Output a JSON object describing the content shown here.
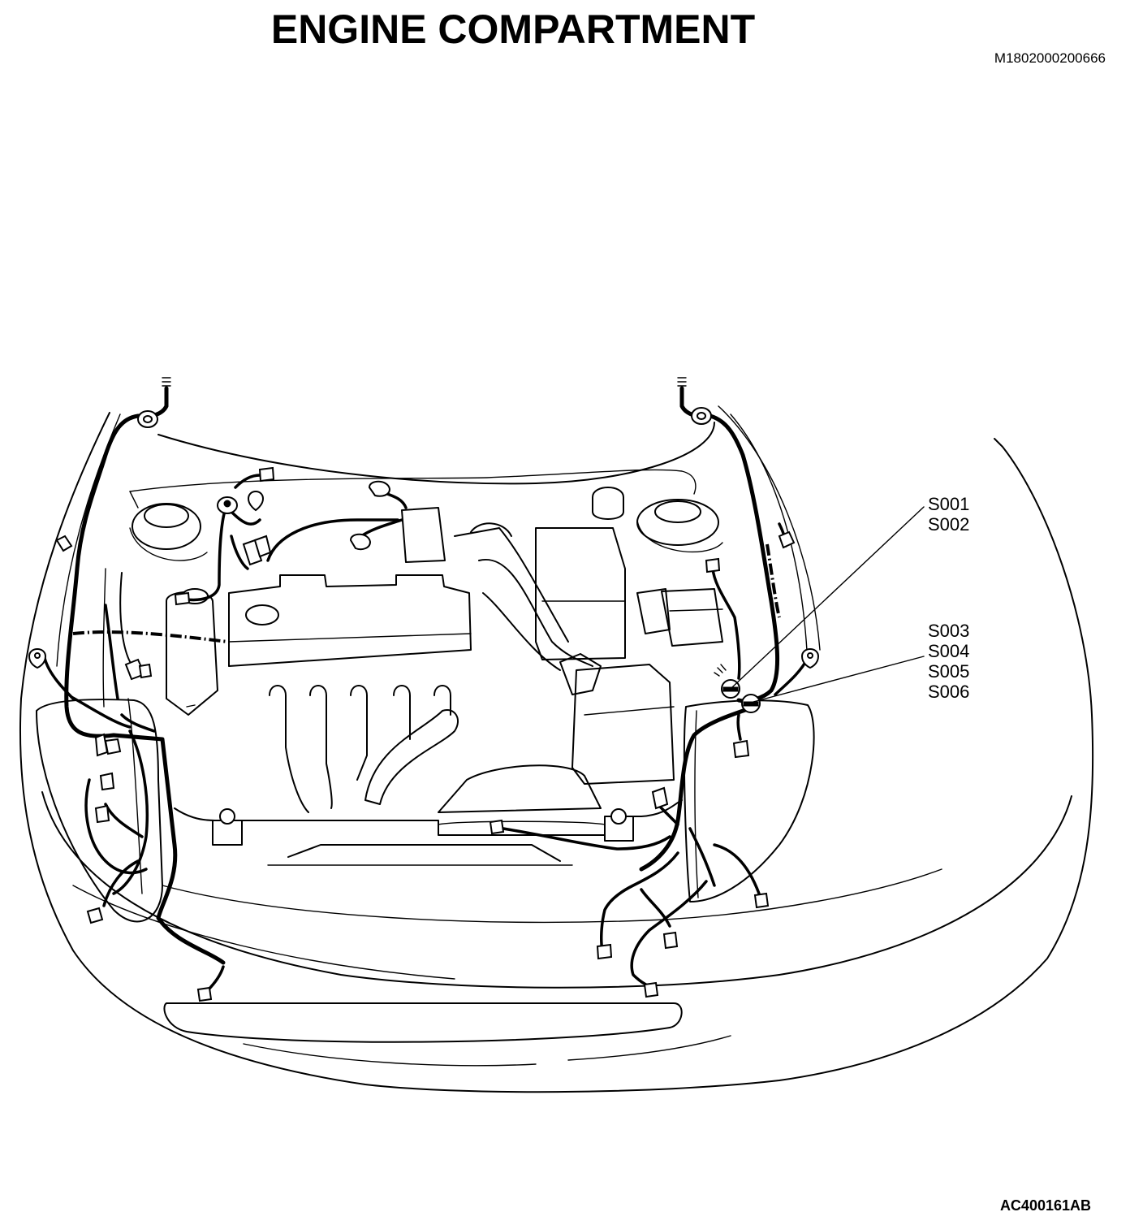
{
  "header": {
    "title": "ENGINE COMPARTMENT",
    "doc_id": "M1802000200666"
  },
  "footer": {
    "figure_id": "AC400161AB"
  },
  "splice_labels": {
    "upper": [
      "S001",
      "S002"
    ],
    "lower": [
      "S003",
      "S004",
      "S005",
      "S006"
    ]
  }
}
